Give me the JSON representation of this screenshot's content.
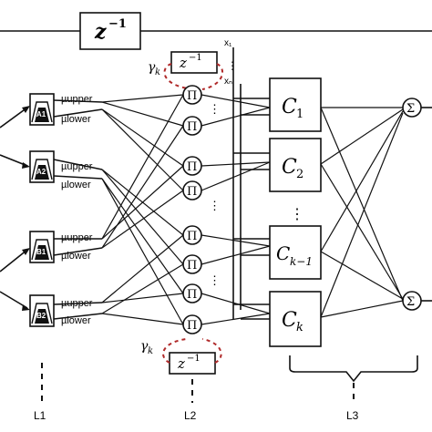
{
  "delay_top": {
    "label": "z",
    "exp": "−1"
  },
  "delay_small_top": {
    "label": "z",
    "exp": "−1"
  },
  "delay_small_bottom": {
    "label": "z",
    "exp": "−1"
  },
  "gamma": {
    "label": "γ",
    "sub": "k"
  },
  "inputs_x": {
    "x1": "x₁",
    "xn": "xₙ"
  },
  "membership": [
    {
      "name": "A1",
      "upper": "µupper",
      "lower": "µlower"
    },
    {
      "name": "A2",
      "upper": "µupper",
      "lower": "µlower"
    },
    {
      "name": "B1",
      "upper": "µupper",
      "lower": "µlower"
    },
    {
      "name": "B2",
      "upper": "µupper",
      "lower": "µlower"
    }
  ],
  "product_symbol": "Π",
  "dots": "⋮",
  "consequents": [
    {
      "base": "C",
      "sub": "1"
    },
    {
      "base": "C",
      "sub": "2"
    },
    {
      "base": "C",
      "sub": "k−1"
    },
    {
      "base": "C",
      "sub": "k"
    }
  ],
  "sum_symbol": "Σ",
  "layers": [
    "L1",
    "L2",
    "L3"
  ]
}
